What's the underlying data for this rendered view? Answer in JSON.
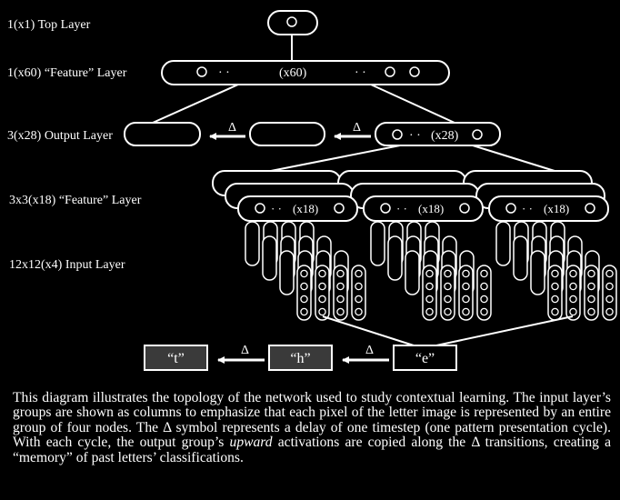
{
  "layers": {
    "top": "1(x1) Top Layer",
    "feature60": "1(x60) “Feature” Layer",
    "output": "3(x28) Output Layer",
    "feature18": "3x3(x18) “Feature” Layer",
    "input": "12x12(x4) Input Layer"
  },
  "group_labels": {
    "x60": "(x60)",
    "x28": "(x28)",
    "x18": "(x18)",
    "dots": "· ·"
  },
  "delta": "Δ",
  "letters": [
    "“t”",
    "“h”",
    "“e”"
  ],
  "caption": {
    "part1": "This diagram illustrates the topology of the network used to study contextual learning.  The input layer’s groups are shown as columns to emphasize that each pixel of the letter image is represented by an entire group of four nodes.  The Δ symbol represents a delay of one timestep (one pattern presentation cycle).  With each cycle, the output group’s ",
    "emph": "upward",
    "part2": " activations are copied along the Δ transitions, creating a “memory” of past letters’ classifications."
  },
  "colors": {
    "background": "#000000",
    "foreground": "#ffffff",
    "letter_box_fill": "#3a3a3a"
  }
}
